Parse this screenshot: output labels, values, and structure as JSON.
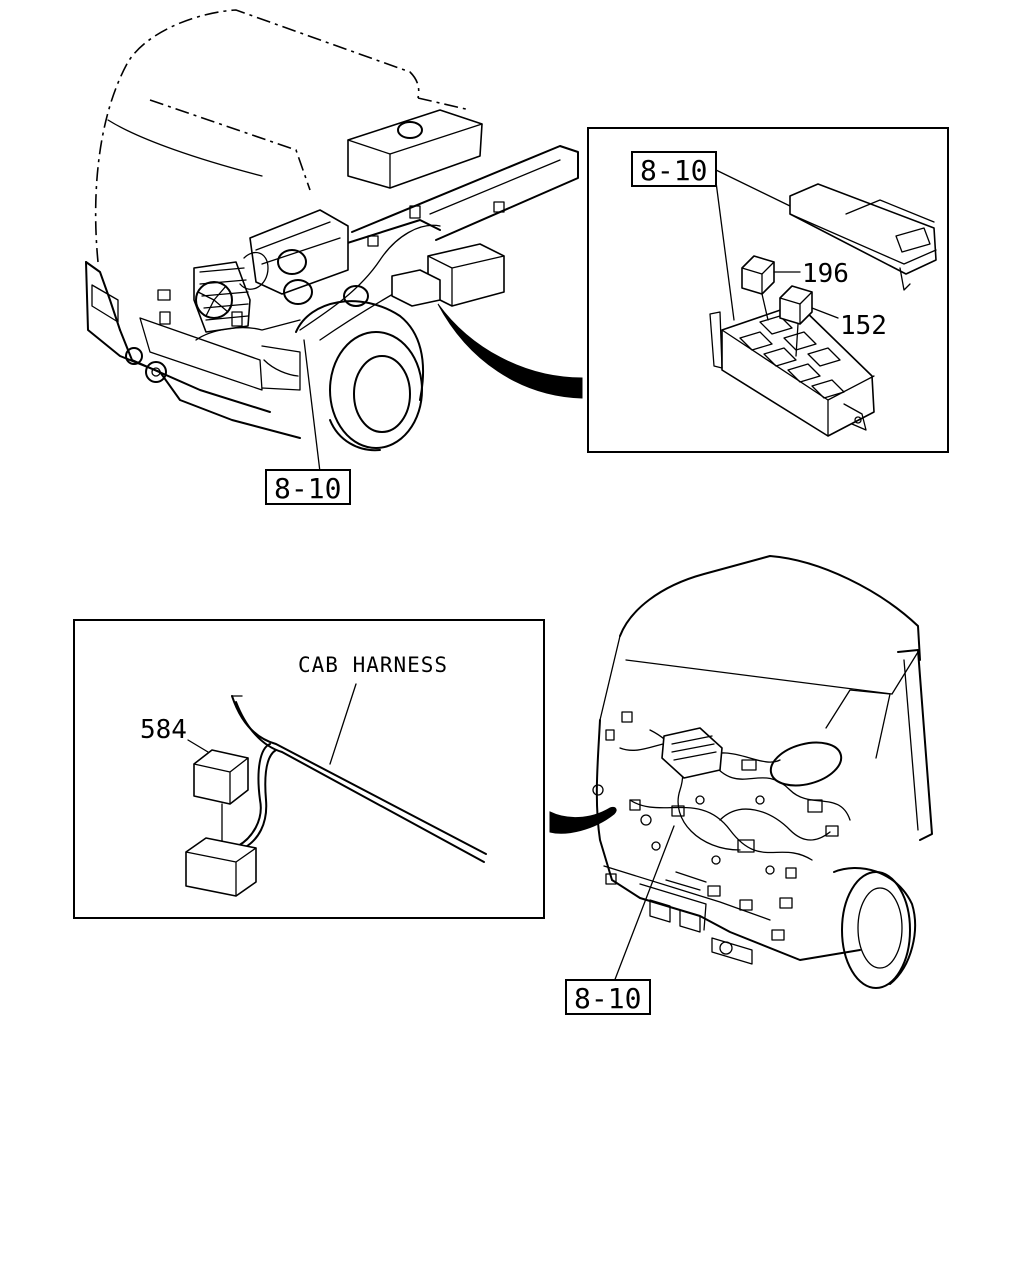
{
  "figure": {
    "callouts": {
      "ref_top": "8-10",
      "ref_top_inset": "8-10",
      "ref_bottom": "8-10",
      "part_relay_a": "196",
      "part_relay_b": "152",
      "part_relay_c": "584",
      "cab_harness": "CAB HARNESS"
    }
  }
}
